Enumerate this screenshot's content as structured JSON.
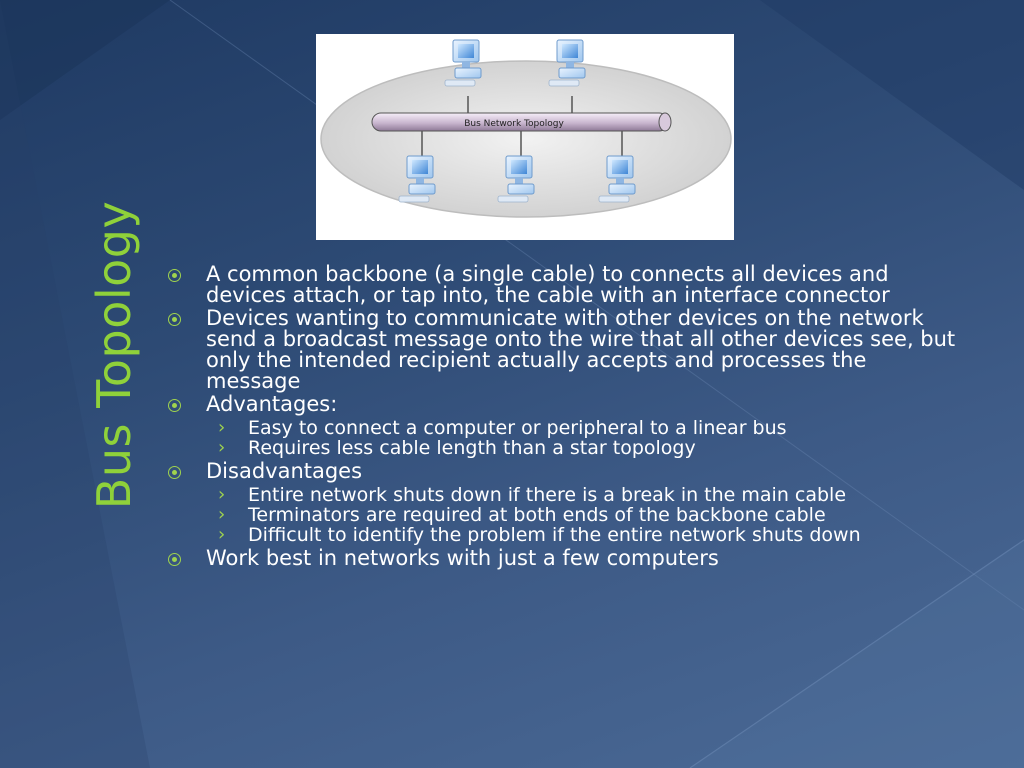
{
  "slide": {
    "title": "Bus Topology",
    "diagram": {
      "label": "Bus Network Topology",
      "icons": [
        "computer-icon",
        "computer-icon",
        "computer-icon",
        "computer-icon",
        "computer-icon"
      ]
    },
    "colors": {
      "accent": "#8fd13a",
      "text": "#ffffff",
      "background": "#2d4a74"
    },
    "bullets": [
      {
        "text": "A common backbone (a single cable) to connects all devices and devices attach, or tap into, the cable with an interface connector"
      },
      {
        "text": "Devices wanting to communicate with other devices on the network send a broadcast message onto the wire that all other devices see, but only the intended recipient actually accepts and processes the message"
      },
      {
        "text": "Advantages:",
        "sub": [
          "Easy to connect a computer or peripheral to a linear bus",
          "Requires less cable length than a star topology"
        ]
      },
      {
        "text": "Disadvantages",
        "sub": [
          "Entire network shuts down if there is a break in the main cable",
          "Terminators are required at both ends of the backbone cable",
          "Difficult to identify the problem if the entire network shuts down"
        ]
      },
      {
        "text": "Work best in networks with just a few computers"
      }
    ],
    "bullet_icon": "circle-dot-bullet-icon",
    "sub_bullet_icon": "chevron-right-icon"
  }
}
